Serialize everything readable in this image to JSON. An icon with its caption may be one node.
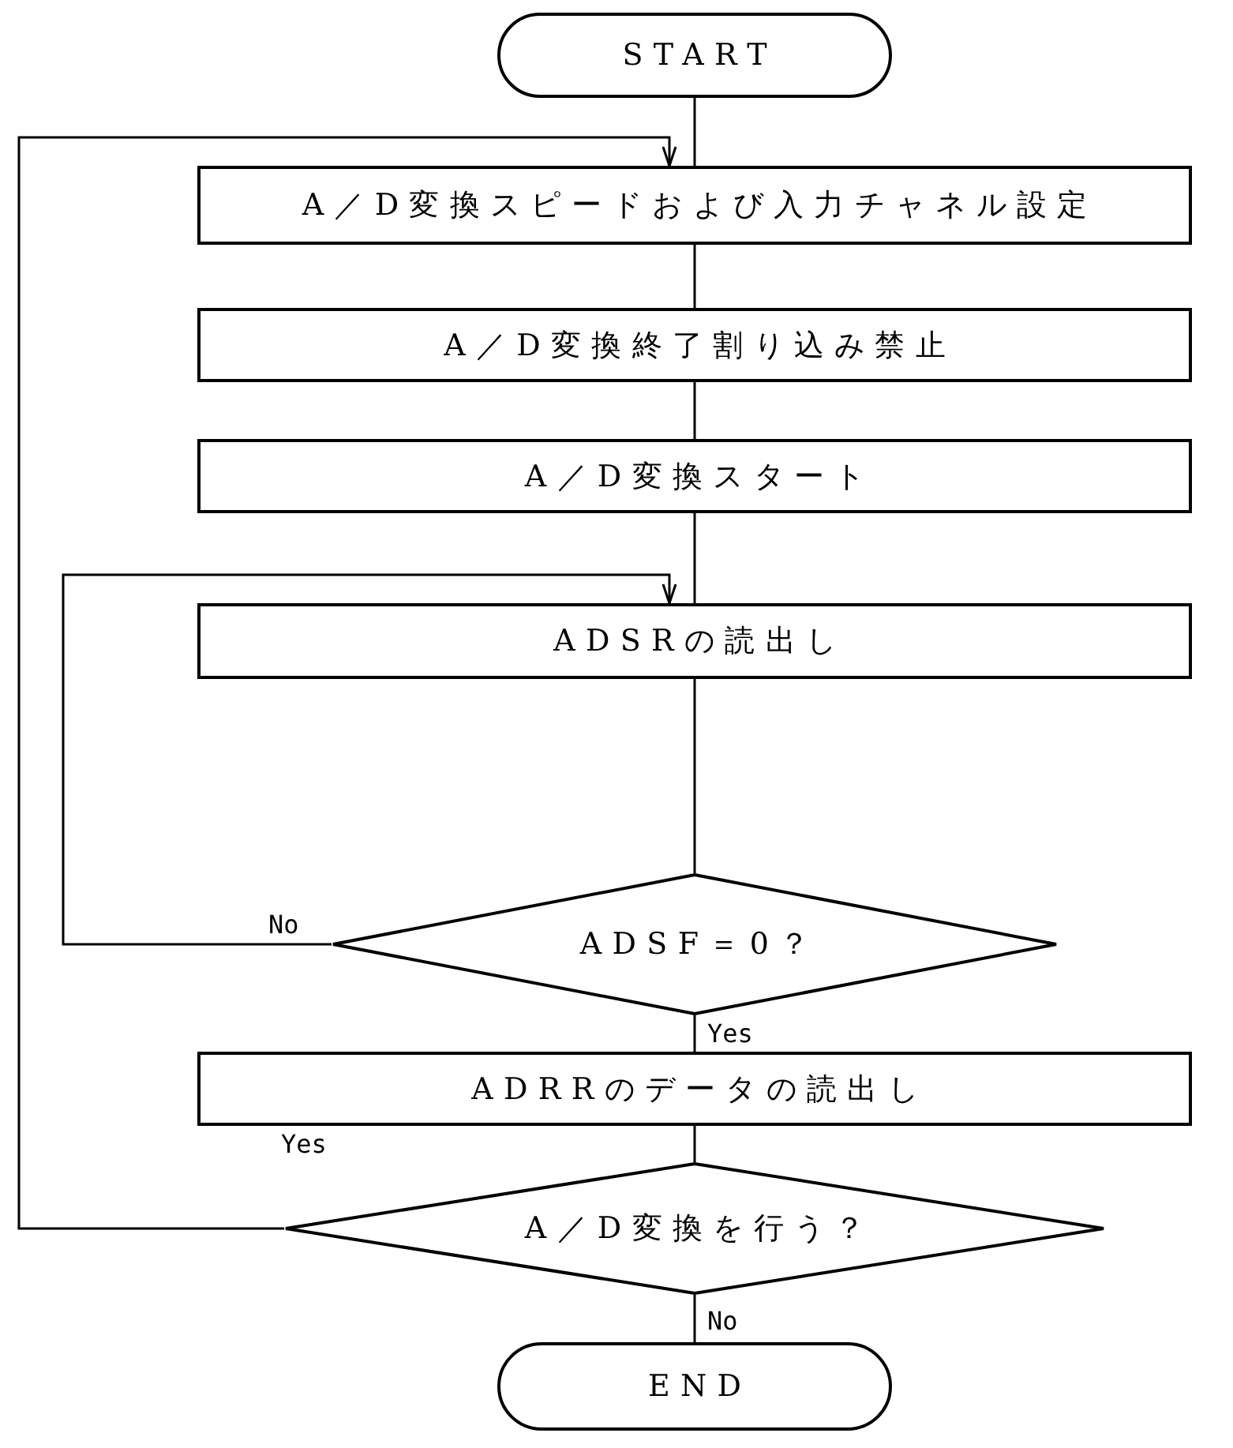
{
  "diagram": {
    "nodes": [
      {
        "text": [
          "START"
        ]
      },
      {
        "text": [
          "A／D変換スピードおよび入力チャネル設定"
        ]
      },
      {
        "text": [
          "A／D変換終了割り込み禁止"
        ]
      },
      {
        "text": [
          "A／D変換スタート"
        ]
      },
      {
        "text": [
          "ADSRの読出し"
        ]
      },
      {
        "text": [
          "ADSF＝0？"
        ]
      },
      {
        "text": [
          "ADRRのデータの読出し"
        ]
      },
      {
        "text": [
          "A／D変換を行う？"
        ]
      },
      {
        "text": [
          "END"
        ]
      }
    ],
    "edges": [
      {
        "from": 0,
        "to": 1,
        "arrow": "none"
      },
      {
        "from": 1,
        "to": 2,
        "arrow": "none"
      },
      {
        "from": 2,
        "to": 3,
        "arrow": "none"
      },
      {
        "from": 3,
        "to": 4,
        "arrow": "none"
      },
      {
        "from": 4,
        "to": 5,
        "arrow": "none"
      },
      {
        "from": 5,
        "to": 4,
        "arrow": "to",
        "label": "No"
      },
      {
        "from": 5,
        "to": 6,
        "arrow": "none",
        "label": "Yes"
      },
      {
        "from": 6,
        "to": 7,
        "arrow": "none"
      },
      {
        "from": 7,
        "to": 1,
        "arrow": "to",
        "label": "Yes"
      },
      {
        "from": 7,
        "to": 8,
        "arrow": "none",
        "label": "No"
      }
    ]
  }
}
